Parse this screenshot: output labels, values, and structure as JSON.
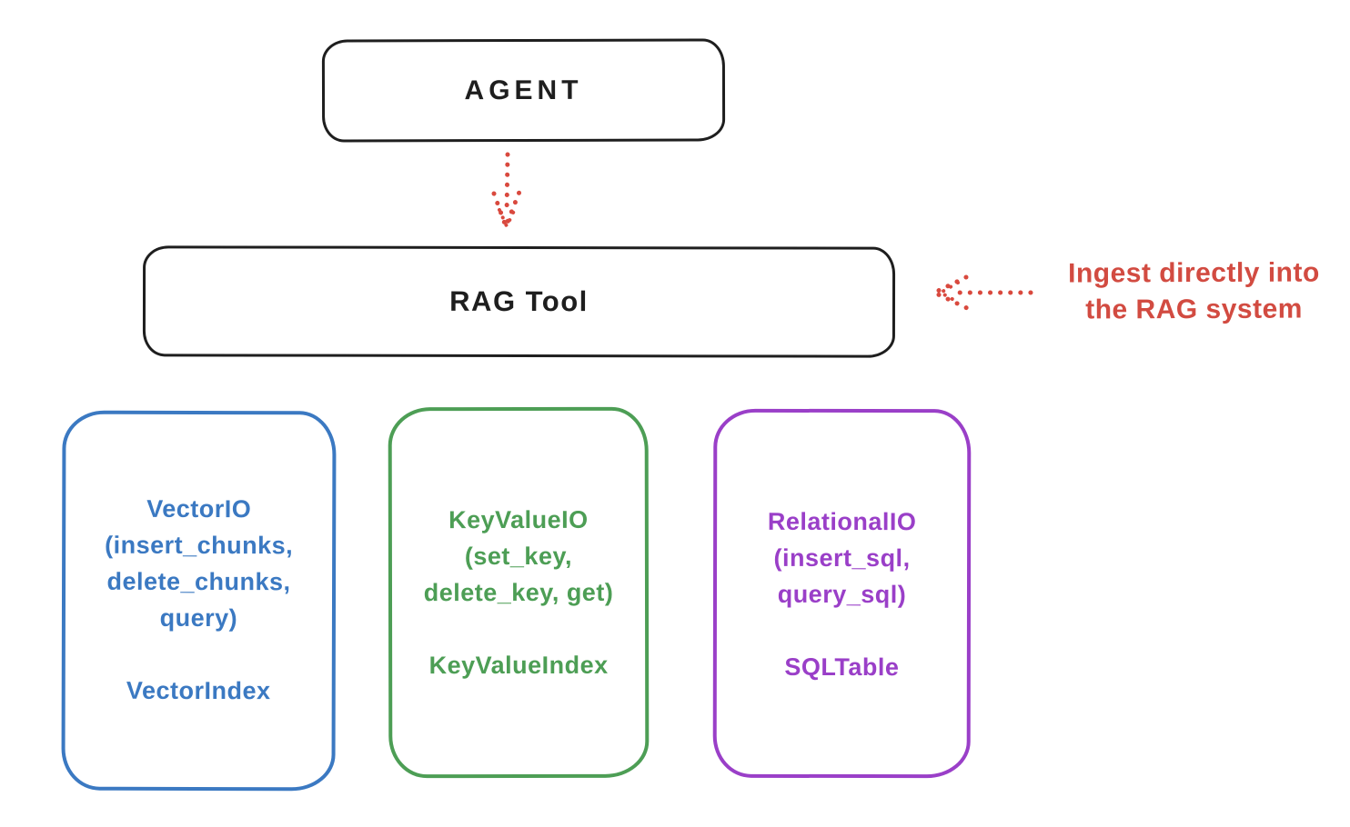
{
  "diagram": {
    "title_hint": "RAG Tool architecture sketch",
    "agent": {
      "label": "AGENT"
    },
    "rag_tool": {
      "label": "RAG Tool"
    },
    "annotation": {
      "line1": "Ingest directly into",
      "line2": "the RAG system"
    },
    "arrows": [
      {
        "name": "agent-to-ragtool-arrow",
        "style": "dotted",
        "direction": "down",
        "color": "#d9493e"
      },
      {
        "name": "ingest-annotation-arrow",
        "style": "dotted",
        "direction": "left",
        "color": "#d9493e"
      }
    ],
    "backends": [
      {
        "id": "vector-io",
        "color": "#3b79c2",
        "lines": [
          "VectorIO",
          "(insert_chunks,",
          "delete_chunks,",
          "query)"
        ],
        "index_label": "VectorIndex"
      },
      {
        "id": "keyvalue-io",
        "color": "#4d9e55",
        "lines": [
          "KeyValueIO",
          "(set_key,",
          "delete_key, get)"
        ],
        "index_label": "KeyValueIndex"
      },
      {
        "id": "relational-io",
        "color": "#9a3fc8",
        "lines": [
          "RelationalIO",
          "(insert_sql,",
          "query_sql)"
        ],
        "index_label": "SQLTable"
      }
    ],
    "colors": {
      "stroke_black": "#1e1e1e",
      "red": "#d9493e",
      "blue": "#3b79c2",
      "green": "#4d9e55",
      "purple": "#9a3fc8",
      "background": "#ffffff"
    }
  }
}
